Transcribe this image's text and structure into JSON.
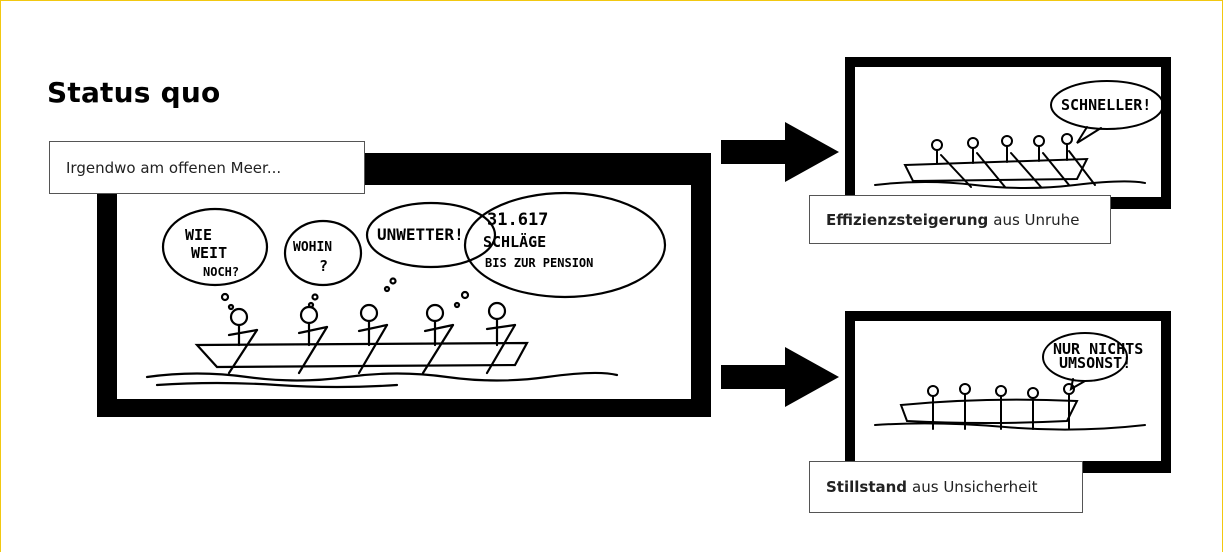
{
  "title": "Status quo",
  "main_panel": {
    "caption": "Irgendwo am offenen Meer...",
    "bubbles": [
      {
        "line1": "WIE",
        "line2": "WEIT",
        "line3": "NOCH?"
      },
      {
        "line1": "WOHIN",
        "line2": "?"
      },
      {
        "line1": "UNWETTER!"
      },
      {
        "line1": "31.617",
        "line2": "SCHLÄGE",
        "line3": "BIS ZUR PENSION"
      }
    ]
  },
  "panel_top": {
    "speech": "SCHNELLER!",
    "caption_bold": "Effizienzsteigerung",
    "caption_rest": "aus Unruhe"
  },
  "panel_bottom": {
    "speech_line1": "NUR NICHTS",
    "speech_line2": "UMSONST!",
    "caption_bold": "Stillstand",
    "caption_rest": "aus Unsicherheit"
  },
  "colors": {
    "frame": "#000000",
    "accent_border": "#f2c811"
  }
}
